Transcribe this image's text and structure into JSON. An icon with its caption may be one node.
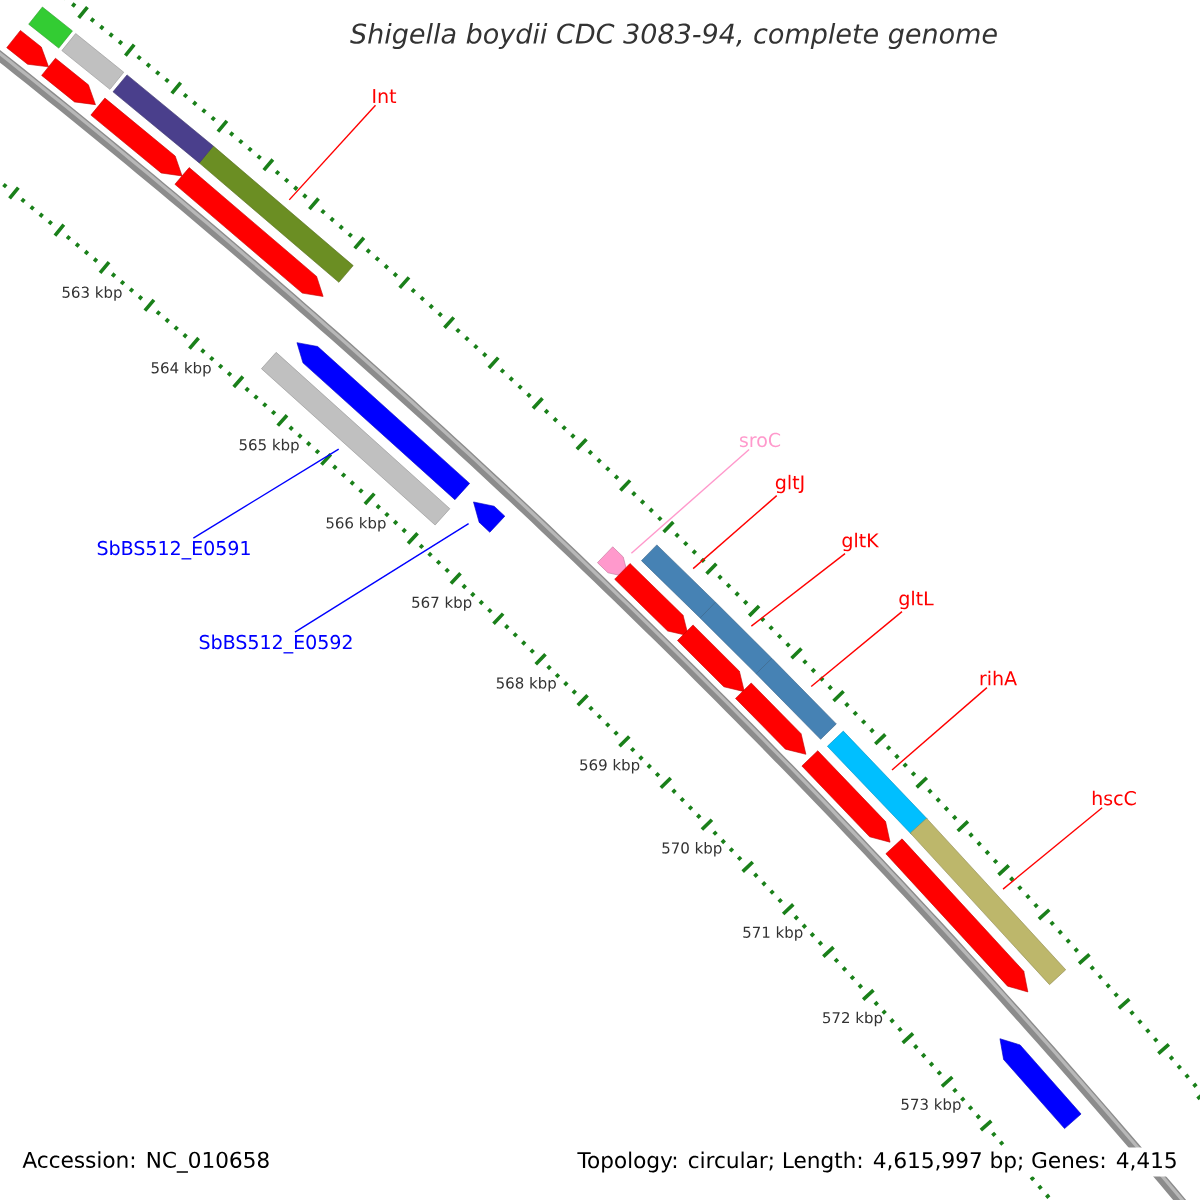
{
  "diagram": {
    "title": "Shigella boydii CDC 3083-94, complete genome",
    "nodes": [
      {
        "text": [
          "Int"
        ]
      },
      {
        "text": [],
        "shape": "bar"
      },
      {
        "text": [
          "SbBS512_E0591"
        ]
      },
      {
        "text": [],
        "shape": "bar"
      },
      {
        "text": [
          "SbBS512_E0592"
        ]
      },
      {
        "text": [],
        "shape": "arrow"
      },
      {
        "text": [
          "sroC"
        ]
      },
      {
        "text": [],
        "shape": "arrow"
      },
      {
        "text": [
          "gltJ"
        ]
      },
      {
        "text": [],
        "shape": "bar"
      },
      {
        "text": [
          "gltK"
        ]
      },
      {
        "text": [],
        "shape": "bar"
      },
      {
        "text": [
          "gltL"
        ]
      },
      {
        "text": [],
        "shape": "bar"
      },
      {
        "text": [
          "rihA"
        ]
      },
      {
        "text": [],
        "shape": "bar"
      },
      {
        "text": [
          "hscC"
        ]
      },
      {
        "text": [],
        "shape": "bar"
      },
      {
        "text": [],
        "shape": "arrow"
      },
      {
        "text": [],
        "shape": "arrow"
      },
      {
        "text": [],
        "shape": "arrow"
      },
      {
        "text": [],
        "shape": "arrow"
      },
      {
        "text": [],
        "shape": "arrow"
      },
      {
        "text": [],
        "shape": "arrow"
      },
      {
        "text": [],
        "shape": "arrow"
      },
      {
        "text": [],
        "shape": "arrow"
      },
      {
        "text": [],
        "shape": "arrow"
      },
      {
        "text": [],
        "shape": "bar"
      },
      {
        "text": [],
        "shape": "bar"
      },
      {
        "text": [],
        "shape": "bar"
      },
      {
        "text": [],
        "shape": "arrow"
      },
      {
        "text": [],
        "shape": "arrow"
      }
    ],
    "edges": [
      {
        "from": 0,
        "to": 1,
        "arrow": "none"
      },
      {
        "from": 2,
        "to": 3,
        "arrow": "none",
        "color": "#0000ff"
      },
      {
        "from": 4,
        "to": 5,
        "arrow": "none",
        "color": "#0000ff"
      },
      {
        "from": 6,
        "to": 7,
        "arrow": "none",
        "color": "#ff99cc"
      },
      {
        "from": 8,
        "to": 9,
        "arrow": "none"
      },
      {
        "from": 10,
        "to": 11,
        "arrow": "none"
      },
      {
        "from": 12,
        "to": 13,
        "arrow": "none"
      },
      {
        "from": 14,
        "to": 15,
        "arrow": "none"
      },
      {
        "from": 16,
        "to": 17,
        "arrow": "none"
      }
    ],
    "labels": [
      "563 kbp",
      "564 kbp",
      "565 kbp",
      "566 kbp",
      "567 kbp",
      "568 kbp",
      "569 kbp",
      "570 kbp",
      "571 kbp",
      "572 kbp",
      "573 kbp",
      "Accession: NC_010658",
      "Topology: circular; Length: 4,615,997 bp; Genes: 4,415"
    ]
  }
}
